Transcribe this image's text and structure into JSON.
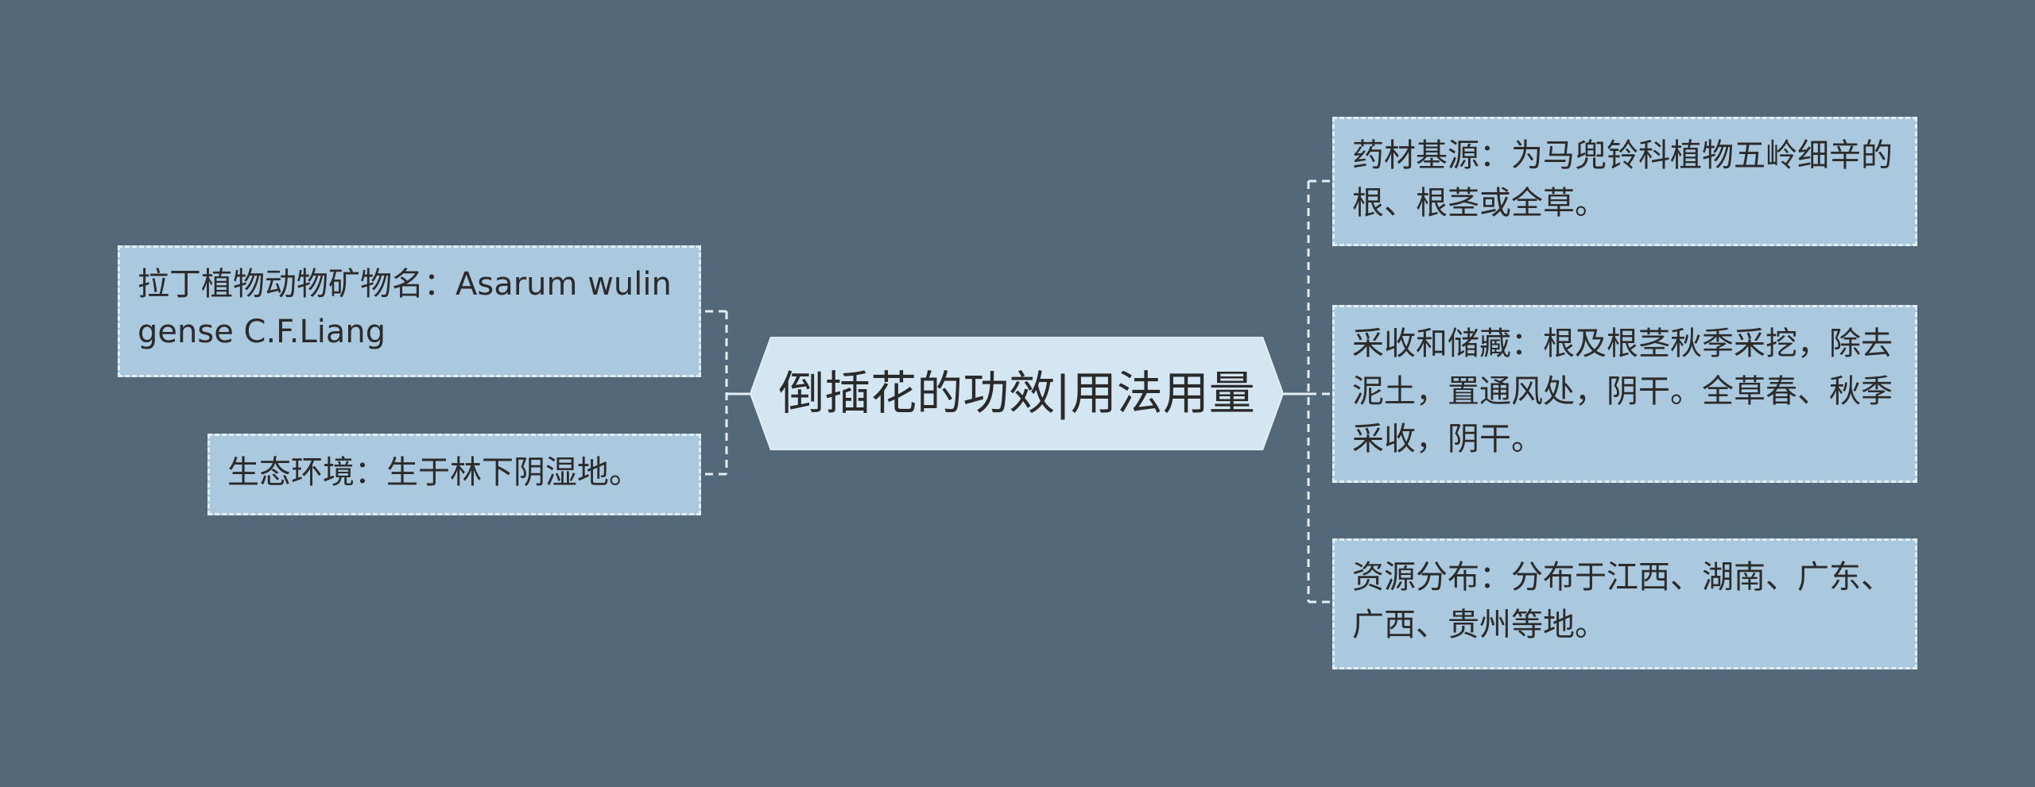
{
  "center": {
    "title": "倒插花的功效|用法用量"
  },
  "left": [
    {
      "text": "拉丁植物动物矿物名：Asarum wulingense C.F.Liang"
    },
    {
      "text": "生态环境：生于林下阴湿地。"
    }
  ],
  "right": [
    {
      "text": "药材基源：为马兜铃科植物五岭细辛的根、根茎或全草。"
    },
    {
      "text": "采收和储藏：根及根茎秋季采挖，除去泥土，置通风处，阴干。全草春、秋季采收，阴干。"
    },
    {
      "text": "资源分布：分布于江西、湖南、广东、广西、贵州等地。"
    }
  ],
  "colors": {
    "background": "#536878",
    "center_fill": "#d3e6f2",
    "node_fill": "#abc9de",
    "border": "#e4eef5"
  }
}
